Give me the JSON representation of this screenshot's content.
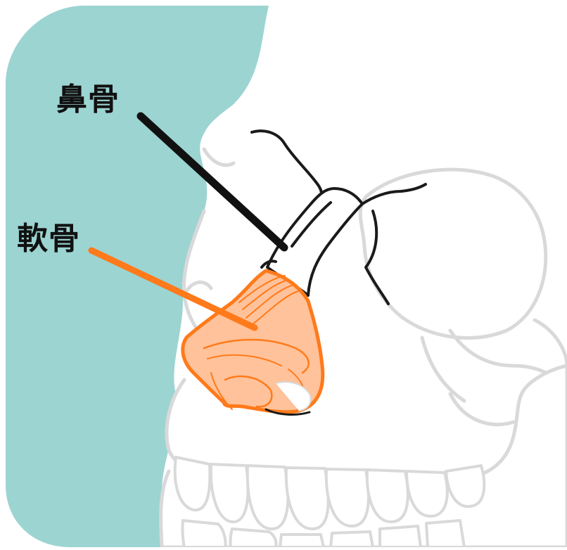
{
  "labels": {
    "nasal_bone": "鼻骨",
    "cartilage": "軟骨"
  },
  "colors": {
    "background_panel": "#9cd4d2",
    "skull_outline": "#d9d9d9",
    "bone_line": "#1a1a1a",
    "cartilage_fill": "#ffc29a",
    "cartilage_line": "#ff7a1a",
    "nasal_bone_pointer": "#111111",
    "cartilage_pointer": "#ff7a1a"
  },
  "illustration": {
    "subject": "skull-nose-lateral-view"
  }
}
